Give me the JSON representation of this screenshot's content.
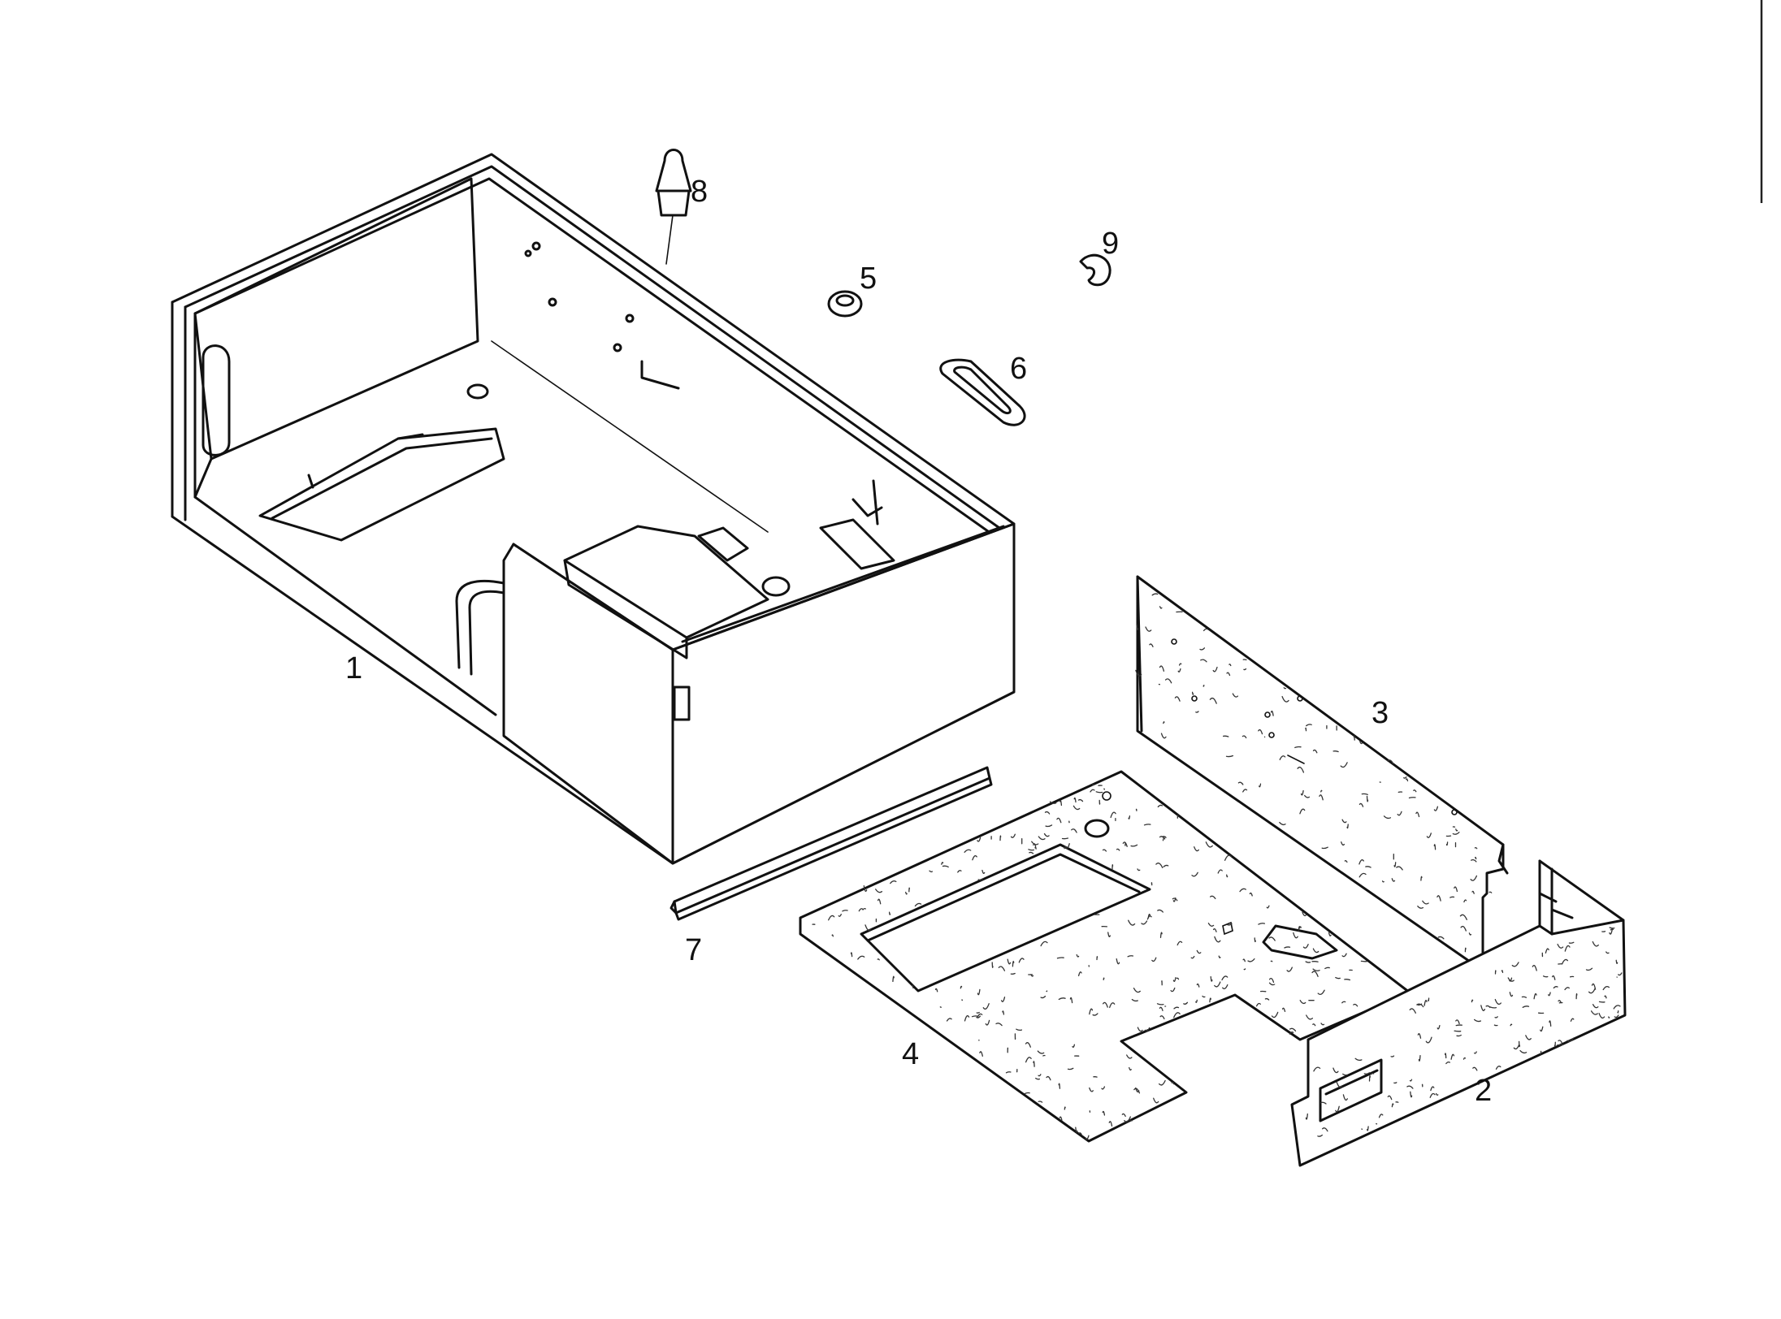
{
  "diagram": {
    "callouts": [
      {
        "id": "1",
        "text": "1"
      },
      {
        "id": "2",
        "text": "2"
      },
      {
        "id": "3",
        "text": "3"
      },
      {
        "id": "4",
        "text": "4"
      },
      {
        "id": "5",
        "text": "5"
      },
      {
        "id": "6",
        "text": "6"
      },
      {
        "id": "7",
        "text": "7"
      },
      {
        "id": "8",
        "text": "8"
      },
      {
        "id": "9",
        "text": "9"
      }
    ]
  }
}
